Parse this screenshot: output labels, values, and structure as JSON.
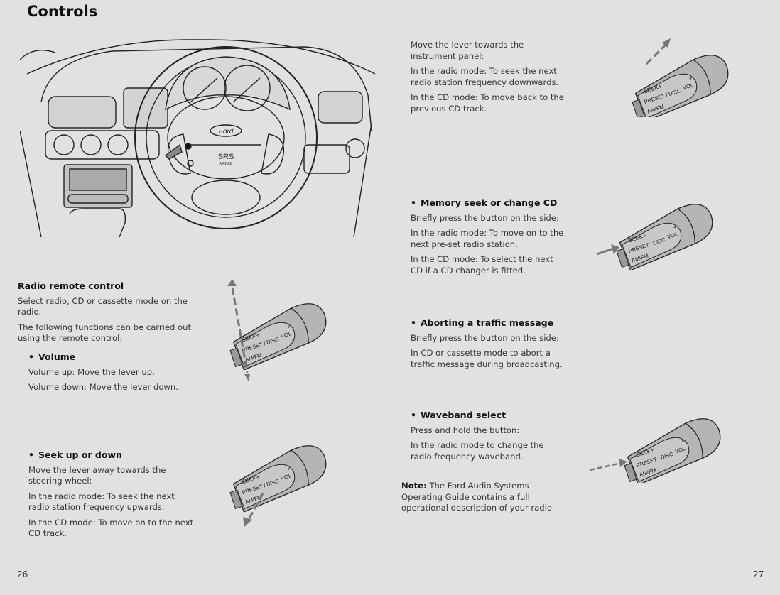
{
  "page_title": "Controls",
  "left": {
    "heading": "Radio remote control",
    "intro": [
      "Select radio, CD or cassette mode on the radio.",
      "The following functions can be carried out using the remote control:"
    ],
    "volume": {
      "title": "Volume",
      "lines": [
        "Volume up: Move the lever up.",
        "Volume down: Move the lever down."
      ]
    },
    "seek": {
      "title": "Seek up or down",
      "lines": [
        "Move the lever away towards the steering wheel:",
        "In the radio mode: To seek the next radio station frequency upwards.",
        "In the CD mode: To move on to the next CD track."
      ]
    },
    "page_number": "26"
  },
  "right": {
    "seek_down": [
      "Move the lever towards the instrument panel:",
      "In the radio mode: To seek the next radio station frequency downwards.",
      "In the CD mode: To move back to the previous CD track."
    ],
    "memory": {
      "title": "Memory seek or change CD",
      "lines": [
        "Briefly press the button on the side:",
        "In the radio mode: To move on to the next pre-set radio station.",
        "In the CD mode: To select the next CD if a CD changer is fitted."
      ]
    },
    "traffic": {
      "title": "Aborting a traffic message",
      "lines": [
        "Briefly press the button on the side:",
        "In CD or cassette mode to abort a traffic message during broadcasting."
      ]
    },
    "waveband": {
      "title": "Waveband select",
      "lines": [
        "Press and hold the button:",
        "In the radio mode to change the radio frequency waveband."
      ]
    },
    "note_label": "Note:",
    "note_text": "The Ford Audio Systems Operating Guide contains a full operational description of your radio.",
    "page_number": "27"
  },
  "lever_labels": {
    "seek": "SEEK+",
    "preset": "PRESET / DISC",
    "amfm": "AM/FM",
    "vol": "VOL",
    "plus": "+",
    "minus": "-"
  },
  "dashboard_labels": {
    "brand": "Ford",
    "srs": "SRS",
    "airbag": "AIRBAG"
  }
}
